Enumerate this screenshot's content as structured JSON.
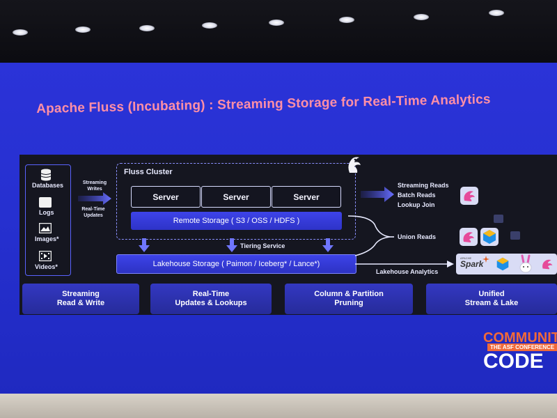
{
  "slide": {
    "title": "Apache Fluss (Incubating) : Streaming Storage for Real-Time Analytics"
  },
  "sources": [
    {
      "label": "Databases",
      "icon": "database-icon"
    },
    {
      "label": "Logs",
      "icon": "log-file-icon"
    },
    {
      "label": "Images*",
      "icon": "image-icon"
    },
    {
      "label": "Videos*",
      "icon": "video-icon"
    }
  ],
  "ingest": {
    "streaming_writes_1": "Streaming",
    "streaming_writes_2": "Writes",
    "realtime_updates_1": "Real-Time",
    "realtime_updates_2": "Updates"
  },
  "cluster": {
    "label": "Fluss Cluster",
    "servers": [
      "Server",
      "Server",
      "Server"
    ],
    "remote_storage": "Remote Storage ( S3 / OSS / HDFS )",
    "tiering": "Tiering Service",
    "lakehouse": "Lakehouse Storage  ( Paimon / Iceberg* / Lance*)"
  },
  "outputs": {
    "reads": [
      "Streaming Reads",
      "Batch Reads",
      "Lookup Join"
    ],
    "union_reads": "Union Reads",
    "lakehouse_analytics": "Lakehouse Analytics",
    "spark_small": "APACHE",
    "spark": "Spark"
  },
  "features": [
    {
      "line1": "Streaming",
      "line2": "Read & Write"
    },
    {
      "line1": "Real-Time",
      "line2": "Updates & Lookups"
    },
    {
      "line1": "Column & Partition",
      "line2": "Pruning"
    },
    {
      "line1": "Unified",
      "line2": "Stream & Lake"
    }
  ],
  "branding": {
    "community": "COMMUNIT",
    "tagline": "THE ASF CONFERENCE",
    "code": "CODE"
  },
  "colors": {
    "screen": "#2630d0",
    "title": "#ff8fa6",
    "accent": "#3d43e8",
    "fluss_logo": "#e64a9a",
    "community": "#f06a3a"
  }
}
